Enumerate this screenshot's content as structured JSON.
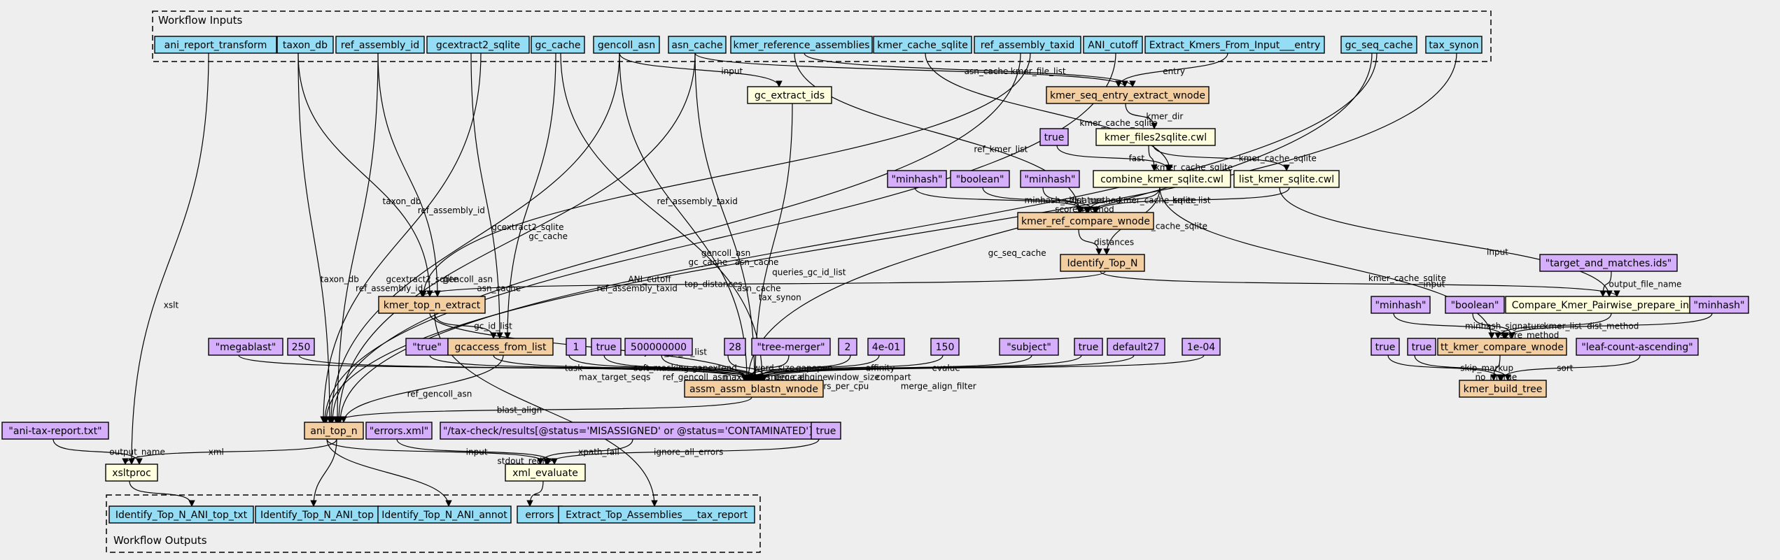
{
  "clusters": {
    "inputs": "Workflow Inputs",
    "outputs": "Workflow Outputs"
  },
  "colors": {
    "input": "#94ddf4",
    "output": "#94ddf4",
    "tool": "#ffffdd",
    "subworkflow": "#f3cea1",
    "constant": "#d5aefc",
    "background": "#eeeeee",
    "stroke": "#000000"
  },
  "nodes": [
    {
      "id": "ani_report_transform",
      "label": "ani_report_transform",
      "kind": "input"
    },
    {
      "id": "taxon_db",
      "label": "taxon_db",
      "kind": "input"
    },
    {
      "id": "ref_assembly_id",
      "label": "ref_assembly_id",
      "kind": "input"
    },
    {
      "id": "gcextract2_sqlite",
      "label": "gcextract2_sqlite",
      "kind": "input"
    },
    {
      "id": "gc_cache",
      "label": "gc_cache",
      "kind": "input"
    },
    {
      "id": "gencoll_asn",
      "label": "gencoll_asn",
      "kind": "input"
    },
    {
      "id": "asn_cache",
      "label": "asn_cache",
      "kind": "input"
    },
    {
      "id": "kmer_reference_assemblies",
      "label": "kmer_reference_assemblies",
      "kind": "input"
    },
    {
      "id": "kmer_cache_sqlite",
      "label": "kmer_cache_sqlite",
      "kind": "input"
    },
    {
      "id": "ref_assembly_taxid",
      "label": "ref_assembly_taxid",
      "kind": "input"
    },
    {
      "id": "ANI_cutoff",
      "label": "ANI_cutoff",
      "kind": "input"
    },
    {
      "id": "extract_kmers_entry",
      "label": "Extract_Kmers_From_Input___entry",
      "kind": "input"
    },
    {
      "id": "gc_seq_cache",
      "label": "gc_seq_cache",
      "kind": "input"
    },
    {
      "id": "tax_synon",
      "label": "tax_synon",
      "kind": "input"
    },
    {
      "id": "gc_extract_ids",
      "label": "gc_extract_ids",
      "kind": "tool"
    },
    {
      "id": "kmer_seq_entry_extract_wnode",
      "label": "kmer_seq_entry_extract_wnode",
      "kind": "subworkflow"
    },
    {
      "id": "c_true_1",
      "label": "true",
      "kind": "constant"
    },
    {
      "id": "kmer_files2sqlite",
      "label": "kmer_files2sqlite.cwl",
      "kind": "tool"
    },
    {
      "id": "c_minhash_1",
      "label": "\"minhash\"",
      "kind": "constant"
    },
    {
      "id": "c_boolean_1",
      "label": "\"boolean\"",
      "kind": "constant"
    },
    {
      "id": "c_minhash_2",
      "label": "\"minhash\"",
      "kind": "constant"
    },
    {
      "id": "combine_kmer_sqlite",
      "label": "combine_kmer_sqlite.cwl",
      "kind": "tool"
    },
    {
      "id": "list_kmer_sqlite",
      "label": "list_kmer_sqlite.cwl",
      "kind": "tool"
    },
    {
      "id": "kmer_ref_compare_wnode",
      "label": "kmer_ref_compare_wnode",
      "kind": "subworkflow"
    },
    {
      "id": "Identify_Top_N",
      "label": "Identify_Top_N",
      "kind": "subworkflow"
    },
    {
      "id": "c_target_matches",
      "label": "\"target_and_matches.ids\"",
      "kind": "constant"
    },
    {
      "id": "kmer_top_n_extract",
      "label": "kmer_top_n_extract",
      "kind": "subworkflow"
    },
    {
      "id": "c_minhash_3",
      "label": "\"minhash\"",
      "kind": "constant"
    },
    {
      "id": "c_boolean_2",
      "label": "\"boolean\"",
      "kind": "constant"
    },
    {
      "id": "compare_kmer_pairwise",
      "label": "Compare_Kmer_Pairwise_prepare_input",
      "kind": "tool"
    },
    {
      "id": "c_minhash_4",
      "label": "\"minhash\"",
      "kind": "constant"
    },
    {
      "id": "c_megablast",
      "label": "\"megablast\"",
      "kind": "constant"
    },
    {
      "id": "c_250",
      "label": "250",
      "kind": "constant"
    },
    {
      "id": "c_true_str",
      "label": "\"true\"",
      "kind": "constant"
    },
    {
      "id": "gcaccess_from_list",
      "label": "gcaccess_from_list",
      "kind": "subworkflow"
    },
    {
      "id": "c_1",
      "label": "1",
      "kind": "constant"
    },
    {
      "id": "c_true_2",
      "label": "true",
      "kind": "constant"
    },
    {
      "id": "c_500000000",
      "label": "500000000",
      "kind": "constant"
    },
    {
      "id": "c_28",
      "label": "28",
      "kind": "constant"
    },
    {
      "id": "c_tree_merger",
      "label": "\"tree-merger\"",
      "kind": "constant"
    },
    {
      "id": "c_2",
      "label": "2",
      "kind": "constant"
    },
    {
      "id": "c_4e01",
      "label": "4e-01",
      "kind": "constant"
    },
    {
      "id": "c_150",
      "label": "150",
      "kind": "constant"
    },
    {
      "id": "c_subject",
      "label": "\"subject\"",
      "kind": "constant"
    },
    {
      "id": "c_true_3",
      "label": "true",
      "kind": "constant"
    },
    {
      "id": "c_default27",
      "label": "default27",
      "kind": "constant"
    },
    {
      "id": "c_1e04",
      "label": "1e-04",
      "kind": "constant"
    },
    {
      "id": "c_true_4",
      "label": "true",
      "kind": "constant"
    },
    {
      "id": "c_true_5",
      "label": "true",
      "kind": "constant"
    },
    {
      "id": "tt_kmer_compare_wnode",
      "label": "tt_kmer_compare_wnode",
      "kind": "subworkflow"
    },
    {
      "id": "c_leaf_count",
      "label": "\"leaf-count-ascending\"",
      "kind": "constant"
    },
    {
      "id": "assm_assm_blastn_wnode",
      "label": "assm_assm_blastn_wnode",
      "kind": "subworkflow"
    },
    {
      "id": "kmer_build_tree",
      "label": "kmer_build_tree",
      "kind": "subworkflow"
    },
    {
      "id": "c_ani_tax_report",
      "label": "\"ani-tax-report.txt\"",
      "kind": "constant"
    },
    {
      "id": "ani_top_n",
      "label": "ani_top_n",
      "kind": "subworkflow"
    },
    {
      "id": "c_errors_xml",
      "label": "\"errors.xml\"",
      "kind": "constant"
    },
    {
      "id": "c_xpath",
      "label": "\"/tax-check/results[@status='MISASSIGNED' or @status='CONTAMINATED']\"",
      "kind": "constant"
    },
    {
      "id": "c_true_6",
      "label": "true",
      "kind": "constant"
    },
    {
      "id": "xsltproc",
      "label": "xsltproc",
      "kind": "tool"
    },
    {
      "id": "xml_evaluate",
      "label": "xml_evaluate",
      "kind": "tool"
    },
    {
      "id": "out_ani_top_txt",
      "label": "Identify_Top_N_ANI_top_txt",
      "kind": "output"
    },
    {
      "id": "out_ani_top",
      "label": "Identify_Top_N_ANI_top",
      "kind": "output"
    },
    {
      "id": "out_ani_annot",
      "label": "Identify_Top_N_ANI_annot",
      "kind": "output"
    },
    {
      "id": "out_errors",
      "label": "errors",
      "kind": "output"
    },
    {
      "id": "out_tax_report",
      "label": "Extract_Top_Assemblies___tax_report",
      "kind": "output"
    }
  ],
  "edges": [
    {
      "from": "gencoll_asn",
      "to": "gc_extract_ids",
      "label": "input"
    },
    {
      "from": "asn_cache",
      "to": "kmer_seq_entry_extract_wnode",
      "label": "asn_cache"
    },
    {
      "from": "kmer_reference_assemblies",
      "to": "kmer_seq_entry_extract_wnode",
      "label": "kmer_file_list"
    },
    {
      "from": "extract_kmers_entry",
      "to": "kmer_seq_entry_extract_wnode",
      "label": "entry"
    },
    {
      "from": "kmer_seq_entry_extract_wnode",
      "to": "kmer_files2sqlite",
      "label": "kmer_dir"
    },
    {
      "from": "c_true_1",
      "to": "combine_kmer_sqlite",
      "label": "fast"
    },
    {
      "from": "kmer_files2sqlite",
      "to": "combine_kmer_sqlite",
      "label": "kmer_cache_sqlite"
    },
    {
      "from": "kmer_files2sqlite",
      "to": "list_kmer_sqlite",
      "label": "kmer_cache_sqlite"
    },
    {
      "from": "kmer_cache_sqlite",
      "to": "combine_kmer_sqlite",
      "label": "kmer_cache_sqlite"
    },
    {
      "from": "kmer_reference_assemblies",
      "to": "kmer_ref_compare_wnode",
      "label": "ref_kmer_list"
    },
    {
      "from": "c_minhash_1",
      "to": "kmer_ref_compare_wnode",
      "label": "minhash_signature"
    },
    {
      "from": "c_boolean_1",
      "to": "kmer_ref_compare_wnode",
      "label": "score_method"
    },
    {
      "from": "c_minhash_2",
      "to": "kmer_ref_compare_wnode",
      "label": "dist_method"
    },
    {
      "from": "combine_kmer_sqlite",
      "to": "kmer_ref_compare_wnode",
      "label": "kmer_cache_sqlite"
    },
    {
      "from": "list_kmer_sqlite",
      "to": "kmer_ref_compare_wnode",
      "label": "kmer_list"
    },
    {
      "from": "kmer_ref_compare_wnode",
      "to": "Identify_Top_N",
      "label": "distances"
    },
    {
      "from": "combine_kmer_sqlite",
      "to": "Identify_Top_N",
      "label": "kmer_cache_sqlite"
    },
    {
      "from": "Identify_Top_N",
      "to": "kmer_top_n_extract",
      "label": "top_distances"
    },
    {
      "from": "taxon_db",
      "to": "kmer_top_n_extract",
      "label": "taxon_db"
    },
    {
      "from": "ref_assembly_id",
      "to": "kmer_top_n_extract",
      "label": "ref_assembly_id"
    },
    {
      "from": "ref_assembly_taxid",
      "to": "kmer_top_n_extract",
      "label": "ref_assembly_taxid"
    },
    {
      "from": "gcextract2_sqlite",
      "to": "gcaccess_from_list",
      "label": "gcextract2_sqlite"
    },
    {
      "from": "gc_cache",
      "to": "gcaccess_from_list",
      "label": "gc_cache"
    },
    {
      "from": "kmer_top_n_extract",
      "to": "gcaccess_from_list",
      "label": "gc_id_list"
    },
    {
      "from": "list_kmer_sqlite",
      "to": "compare_kmer_pairwise",
      "label": "input"
    },
    {
      "from": "Identify_Top_N",
      "to": "compare_kmer_pairwise",
      "label": "input"
    },
    {
      "from": "c_target_matches",
      "to": "compare_kmer_pairwise",
      "label": "output_file_name"
    },
    {
      "from": "c_minhash_3",
      "to": "tt_kmer_compare_wnode",
      "label": "minhash_signature"
    },
    {
      "from": "c_boolean_2",
      "to": "tt_kmer_compare_wnode",
      "label": "score_method"
    },
    {
      "from": "compare_kmer_pairwise",
      "to": "tt_kmer_compare_wnode",
      "label": "kmer_list"
    },
    {
      "from": "c_minhash_4",
      "to": "tt_kmer_compare_wnode",
      "label": "dist_method"
    },
    {
      "from": "combine_kmer_sqlite",
      "to": "tt_kmer_compare_wnode",
      "label": "kmer_cache_sqlite"
    },
    {
      "from": "c_true_4",
      "to": "kmer_build_tree",
      "label": "skip_markup"
    },
    {
      "from": "c_true_5",
      "to": "kmer_build_tree",
      "label": "no_merge"
    },
    {
      "from": "tt_kmer_compare_wnode",
      "to": "kmer_build_tree",
      "label": "distances"
    },
    {
      "from": "c_leaf_count",
      "to": "kmer_build_tree",
      "label": "sort"
    },
    {
      "from": "c_megablast",
      "to": "assm_assm_blastn_wnode",
      "label": "task"
    },
    {
      "from": "c_250",
      "to": "assm_assm_blastn_wnode",
      "label": "max_target_seqs"
    },
    {
      "from": "c_true_str",
      "to": "assm_assm_blastn_wnode",
      "label": "soft_masking"
    },
    {
      "from": "gcaccess_from_list",
      "to": "assm_assm_blastn_wnode",
      "label": "ref_gencoll_asn"
    },
    {
      "from": "kmer_top_n_extract",
      "to": "assm_assm_blastn_wnode",
      "label": "subjects_gc_id_list"
    },
    {
      "from": "gc_extract_ids",
      "to": "assm_assm_blastn_wnode",
      "label": "queries_gc_id_list"
    },
    {
      "from": "c_1",
      "to": "assm_assm_blastn_wnode",
      "label": "gapextend"
    },
    {
      "from": "c_true_2",
      "to": "assm_assm_blastn_wnode",
      "label": "use_common_components"
    },
    {
      "from": "c_500000000",
      "to": "assm_assm_blastn_wnode",
      "label": "max_bases_per_call"
    },
    {
      "from": "c_28",
      "to": "assm_assm_blastn_wnode",
      "label": "word_size"
    },
    {
      "from": "c_tree_merger",
      "to": "assm_assm_blastn_wnode",
      "label": "merge_engine"
    },
    {
      "from": "c_2",
      "to": "assm_assm_blastn_wnode",
      "label": "gapopen"
    },
    {
      "from": "c_4e01",
      "to": "assm_assm_blastn_wnode",
      "label": "workers_per_cpu"
    },
    {
      "from": "c_150",
      "to": "assm_assm_blastn_wnode",
      "label": "window_size"
    },
    {
      "from": "c_subject",
      "to": "assm_assm_blastn_wnode",
      "label": "affinity"
    },
    {
      "from": "c_true_3",
      "to": "assm_assm_blastn_wnode",
      "label": "compart"
    },
    {
      "from": "c_default27",
      "to": "assm_assm_blastn_wnode",
      "label": "merge_align_filter"
    },
    {
      "from": "c_1e04",
      "to": "assm_assm_blastn_wnode",
      "label": "evalue"
    },
    {
      "from": "gencoll_asn",
      "to": "assm_assm_blastn_wnode",
      "label": "gencoll_asn"
    },
    {
      "from": "asn_cache",
      "to": "assm_assm_blastn_wnode",
      "label": "asn_cache"
    },
    {
      "from": "gc_cache",
      "to": "assm_assm_blastn_wnode",
      "label": "gc_cache"
    },
    {
      "from": "gc_seq_cache",
      "to": "assm_assm_blastn_wnode",
      "label": "gc_seq_cache"
    },
    {
      "from": "assm_assm_blastn_wnode",
      "to": "ani_top_n",
      "label": "blast_align"
    },
    {
      "from": "gcaccess_from_list",
      "to": "ani_top_n",
      "label": "ref_gencoll_asn"
    },
    {
      "from": "taxon_db",
      "to": "ani_top_n",
      "label": "taxon_db"
    },
    {
      "from": "ref_assembly_id",
      "to": "ani_top_n",
      "label": "ref_assembly_id"
    },
    {
      "from": "gcextract2_sqlite",
      "to": "ani_top_n",
      "label": "gcextract2_sqlite"
    },
    {
      "from": "gencoll_asn",
      "to": "ani_top_n",
      "label": "gencoll_asn"
    },
    {
      "from": "asn_cache",
      "to": "ani_top_n",
      "label": "asn_cache"
    },
    {
      "from": "ANI_cutoff",
      "to": "ani_top_n",
      "label": "ANI_cutoff"
    },
    {
      "from": "ref_assembly_taxid",
      "to": "ani_top_n",
      "label": "ref_assembly_taxid"
    },
    {
      "from": "gc_seq_cache",
      "to": "ani_top_n",
      "label": "asn_cache"
    },
    {
      "from": "tax_synon",
      "to": "ani_top_n",
      "label": "tax_synon"
    },
    {
      "from": "ani_report_transform",
      "to": "xsltproc",
      "label": "xslt"
    },
    {
      "from": "c_ani_tax_report",
      "to": "xsltproc",
      "label": "output_name"
    },
    {
      "from": "ani_top_n",
      "to": "xsltproc",
      "label": "xml"
    },
    {
      "from": "ani_top_n",
      "to": "xml_evaluate",
      "label": "input"
    },
    {
      "from": "c_errors_xml",
      "to": "xml_evaluate",
      "label": "stdout_redir"
    },
    {
      "from": "c_xpath",
      "to": "xml_evaluate",
      "label": "xpath_fail"
    },
    {
      "from": "c_true_6",
      "to": "xml_evaluate",
      "label": "ignore_all_errors"
    },
    {
      "from": "xsltproc",
      "to": "out_ani_top_txt",
      "label": ""
    },
    {
      "from": "ani_top_n",
      "to": "out_ani_top",
      "label": ""
    },
    {
      "from": "ani_top_n",
      "to": "out_ani_annot",
      "label": ""
    },
    {
      "from": "xml_evaluate",
      "to": "out_errors",
      "label": ""
    },
    {
      "from": "kmer_top_n_extract",
      "to": "out_tax_report",
      "label": ""
    }
  ]
}
